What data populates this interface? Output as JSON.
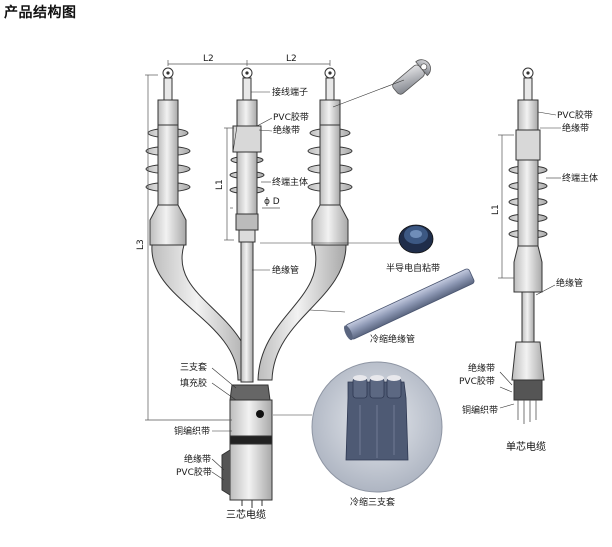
{
  "title": "产品结构图",
  "dims": {
    "L2_left": "L2",
    "L2_right": "L2",
    "L1_left": "L1",
    "L1_right": "L1",
    "L3": "L3",
    "phiD": "ϕ D"
  },
  "labels": {
    "lug": "接线端子",
    "pvc_tape": "PVC胶带",
    "insulating_tape": "绝缘带",
    "terminal_body": "终端主体",
    "semi_tape": "半导电自粘带",
    "insulating_tube": "绝缘管",
    "cold_shrink_tube": "冷缩绝缘管",
    "breakout": "三支套",
    "filler": "填充胶",
    "copper_braid": "铜编织带",
    "bottom_insulating_tape": "绝缘带",
    "bottom_pvc_tape": "PVC胶带",
    "three_core_cable": "三芯电缆",
    "cold_shrink_breakout": "冷缩三支套",
    "r_pvc_tape": "PVC胶带",
    "r_insulating_tape": "绝缘带",
    "r_terminal_body": "终端主体",
    "r_insulating_tube": "绝缘管",
    "r_bottom_insulating_tape": "绝缘带",
    "r_bottom_pvc_tape": "PVC胶带",
    "r_copper_braid": "铜编织带",
    "single_core_cable": "单芯电缆"
  },
  "colors": {
    "body": "#e2e2e2",
    "outline": "#333333",
    "tube_blue": "#9aa4bc",
    "tape_dark": "#2a3a5a",
    "circle_bg": "#c6ccd6"
  }
}
